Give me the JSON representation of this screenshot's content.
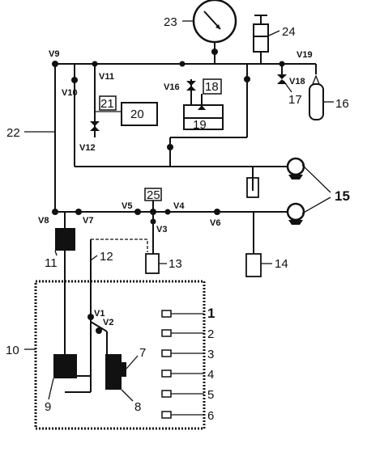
{
  "diagram": {
    "components": {
      "c1": "1",
      "c2": "2",
      "c3": "3",
      "c4": "4",
      "c5": "5",
      "c6": "6",
      "c7": "7",
      "c8": "8",
      "c9": "9",
      "c10": "10",
      "c11": "11",
      "c12": "12",
      "c13": "13",
      "c14": "14",
      "c15": "15",
      "c16": "16",
      "c17": "17",
      "c18": "18",
      "c19": "19",
      "c20": "20",
      "c21": "21",
      "c22": "22",
      "c23": "23",
      "c24": "24",
      "c25": "25"
    },
    "valves": {
      "v1": "V1",
      "v2": "V2",
      "v3": "V3",
      "v4": "V4",
      "v5": "V5",
      "v6": "V6",
      "v7": "V7",
      "v8": "V8",
      "v9": "V9",
      "v10": "V10",
      "v11": "V11",
      "v12": "V12",
      "v16": "V16",
      "v18": "V18",
      "v19": "V19"
    }
  }
}
